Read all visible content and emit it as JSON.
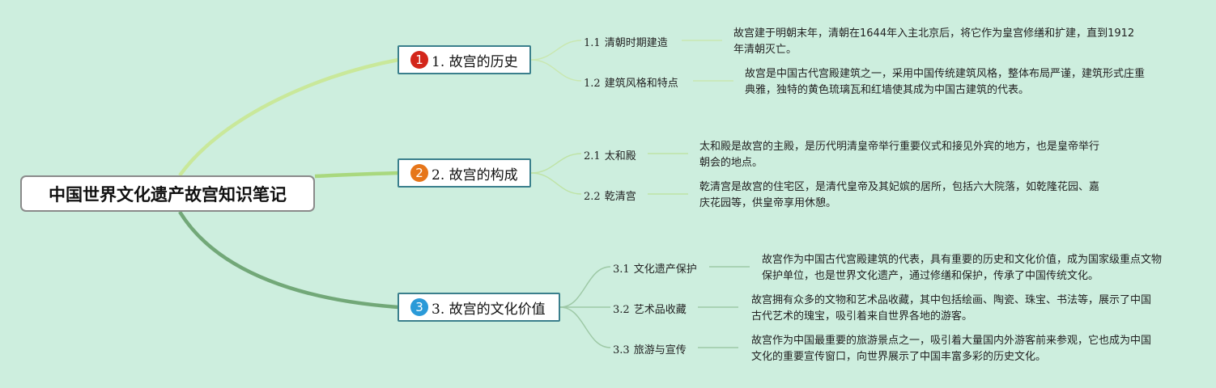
{
  "root": {
    "title": "中国世界文化遗产故宫知识笔记"
  },
  "colors": {
    "marker1": "#d3261a",
    "marker2": "#e6761a",
    "marker3": "#2a9ad8"
  },
  "branches": [
    {
      "number": "1",
      "title": "1. 故宫的历史",
      "children": [
        {
          "code": "1.1",
          "label": "清朝时期建造",
          "description": "故宫建于明朝末年，清朝在1644年入主北京后，将它作为皇宫修缮和扩建，直到1912年清朝灭亡。"
        },
        {
          "code": "1.2",
          "label": "建筑风格和特点",
          "description": "故宫是中国古代宫殿建筑之一，采用中国传统建筑风格，整体布局严谨，建筑形式庄重典雅，独特的黄色琉璃瓦和红墙使其成为中国古建筑的代表。"
        }
      ]
    },
    {
      "number": "2",
      "title": "2. 故宫的构成",
      "children": [
        {
          "code": "2.1",
          "label": "太和殿",
          "description": "太和殿是故宫的主殿，是历代明清皇帝举行重要仪式和接见外宾的地方，也是皇帝举行朝会的地点。"
        },
        {
          "code": "2.2",
          "label": "乾清宫",
          "description": "乾清宫是故宫的住宅区，是清代皇帝及其妃嫔的居所，包括六大院落，如乾隆花园、嘉庆花园等，供皇帝享用休憩。"
        }
      ]
    },
    {
      "number": "3",
      "title": "3. 故宫的文化价值",
      "children": [
        {
          "code": "3.1",
          "label": "文化遗产保护",
          "description": "故宫作为中国古代宫殿建筑的代表，具有重要的历史和文化价值，成为国家级重点文物保护单位，也是世界文化遗产，通过修缮和保护，传承了中国传统文化。"
        },
        {
          "code": "3.2",
          "label": "艺术品收藏",
          "description": "故宫拥有众多的文物和艺术品收藏，其中包括绘画、陶瓷、珠宝、书法等，展示了中国古代艺术的瑰宝，吸引着来自世界各地的游客。"
        },
        {
          "code": "3.3",
          "label": "旅游与宣传",
          "description": "故宫作为中国最重要的旅游景点之一，吸引着大量国内外游客前来参观，它也成为中国文化的重要宣传窗口，向世界展示了中国丰富多彩的历史文化。"
        }
      ]
    }
  ]
}
